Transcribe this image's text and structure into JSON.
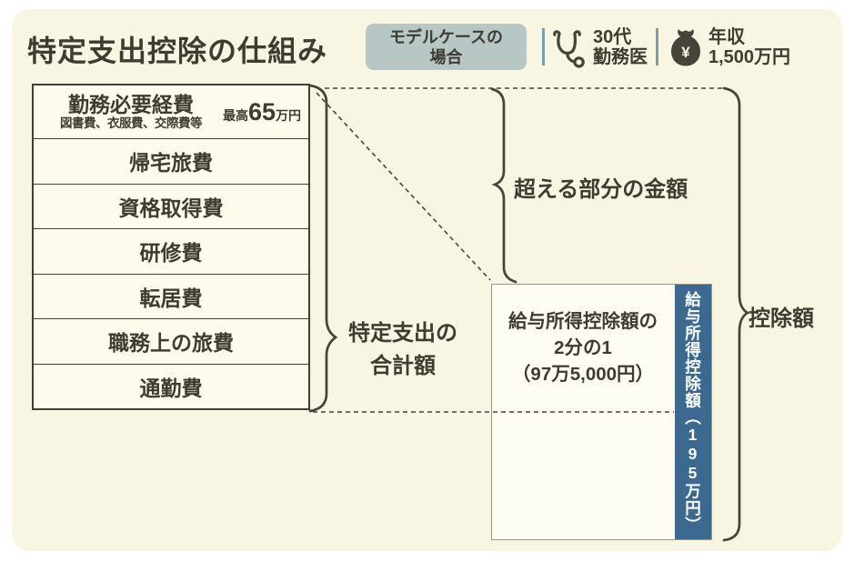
{
  "header": {
    "title": "特定支出控除の仕組み",
    "badge": {
      "line1": "モデルケースの",
      "line2": "場合"
    },
    "profiles": [
      {
        "icon": "stethoscope-icon",
        "line1": "30代",
        "line2": "勤務医"
      },
      {
        "icon": "money-bag-icon",
        "line1": "年収",
        "line2": "1,500万円"
      }
    ],
    "money_bag_symbol": "¥"
  },
  "expense_box": {
    "header_item": {
      "title": "勤務必要経費",
      "subtitle": "図書費、衣服費、交際費等",
      "cap_prefix": "最高",
      "cap_value": "65",
      "cap_unit": "万円"
    },
    "items": [
      "帰宅旅費",
      "資格取得費",
      "研修費",
      "転居費",
      "職務上の旅費",
      "通勤費"
    ]
  },
  "annotations": {
    "total_label": {
      "line1": "特定支出の",
      "line2": "合計額"
    },
    "excess_label": "超える部分の金額",
    "deduction_label": "控除額"
  },
  "half_deduction_box": {
    "line1": "給与所得控除額の",
    "line2": "2分の1",
    "line3": "（97万5,000円）"
  },
  "salary_deduction_bar": {
    "text": "給与所得控除額︵195万円︶"
  },
  "colors": {
    "panel_bg": "#F8F5E2",
    "cell_bg": "#FDFBEB",
    "box_bg": "#FEFDF4",
    "bar_blue": "#3B6990",
    "badge_bg": "#B7C7C5",
    "divider_blue": "#7C9CB0",
    "ink": "#3E3C31"
  }
}
